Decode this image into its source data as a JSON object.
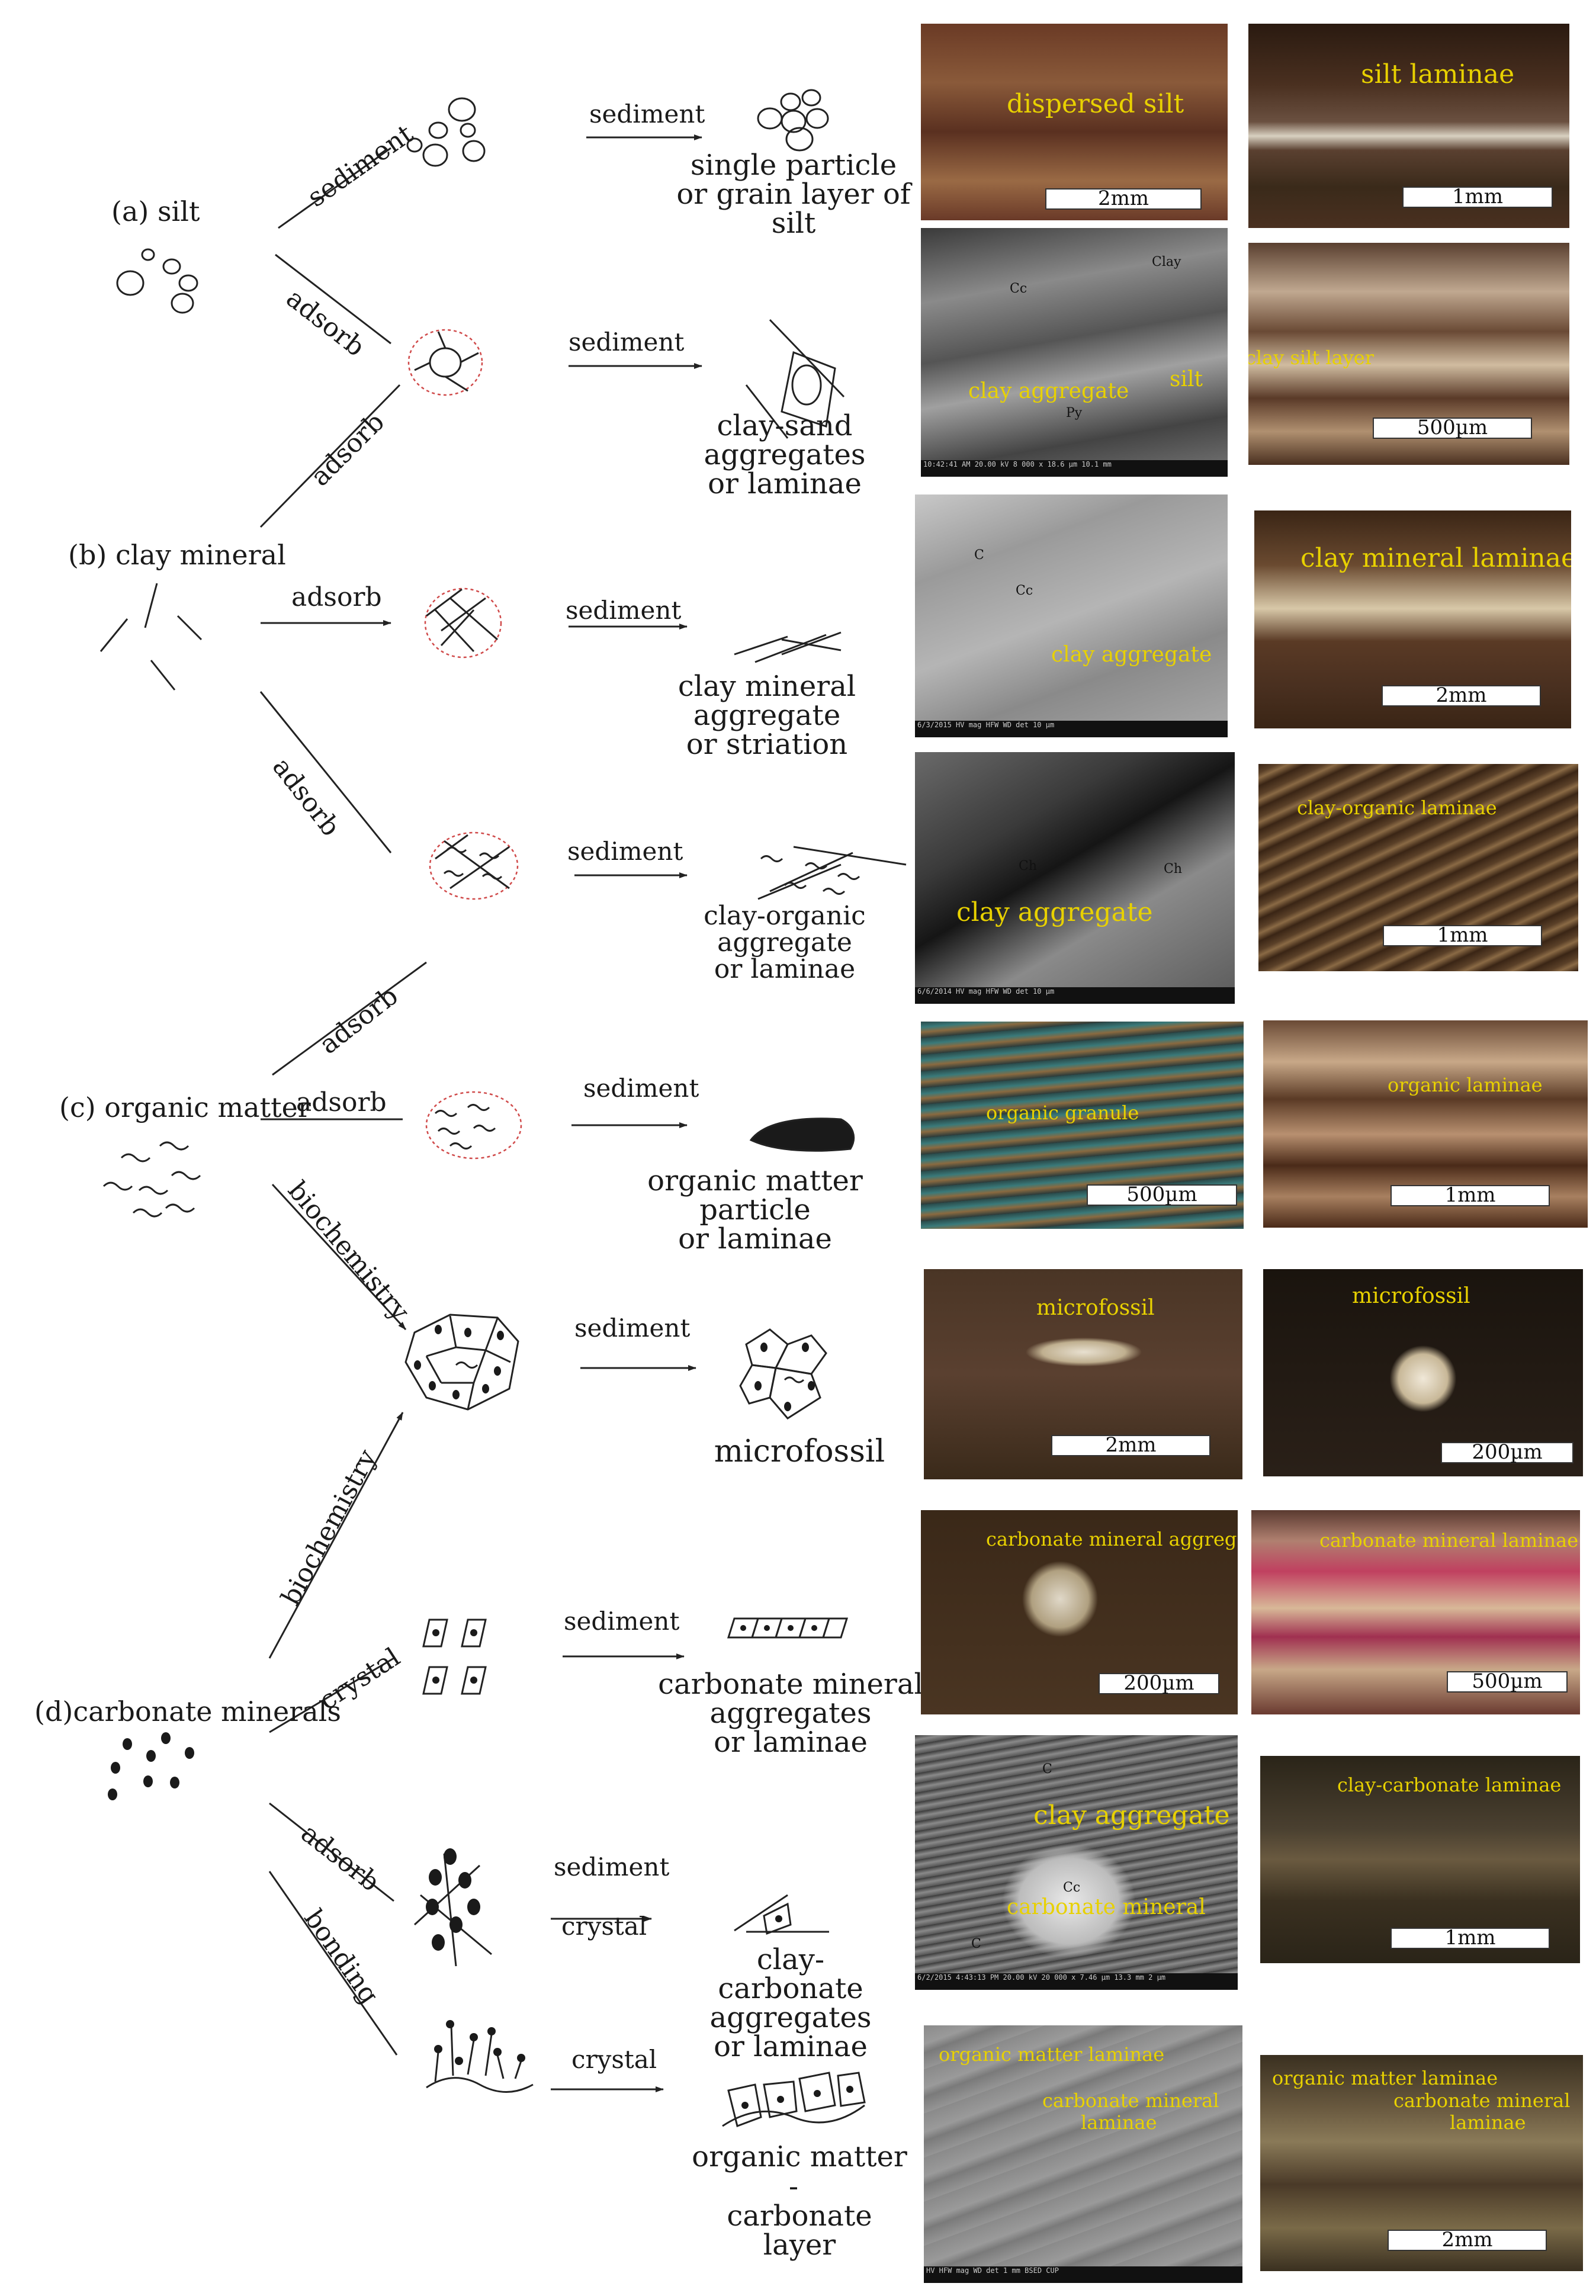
{
  "categories": {
    "a": "(a)  silt",
    "b": "(b)  clay mineral",
    "c": "(c)  organic matter",
    "d": "(d)carbonate minerals"
  },
  "processes": {
    "sediment": "sediment",
    "adsorb": "adsorb",
    "biochemistry": "biochemistry",
    "crystal": "crystal",
    "bonding": "bonding"
  },
  "results": {
    "r1": "single particle\nor grain layer of silt",
    "r2": "clay-sand aggregates\nor laminae",
    "r3": "clay mineral aggregate\nor striation",
    "r4": "clay-organic aggregate\nor laminae",
    "r5": "organic matter particle\nor laminae",
    "r6": "microfossil",
    "r7": "carbonate mineral\naggregates\nor laminae",
    "r8": "clay-carbonate\naggregates\nor laminae",
    "r9a": "organic matter",
    "r9b": "-",
    "r9c": "carbonate layer"
  },
  "photos": {
    "p1a": {
      "note": "dispersed silt",
      "scale": "2mm"
    },
    "p1b": {
      "note": "silt laminae",
      "scale": "1mm"
    },
    "p2a": {
      "note": "clay aggregate",
      "note2": "silt",
      "note3": "Cc",
      "note4": "Py",
      "note5": "Clay",
      "footer": "10:42:41 AM  20.00 kV  8 000 x  18.6 µm  10.1 mm"
    },
    "p2b": {
      "note": "clay silt layer",
      "scale": "500µm"
    },
    "p3a": {
      "note": "clay aggregate",
      "note2": "Cc",
      "note3": "C",
      "footer": "6/3/2015  HV  mag  HFW  WD  det  10 µm"
    },
    "p3b": {
      "note": "clay mineral laminae",
      "scale": "2mm"
    },
    "p4a": {
      "note": "clay aggregate",
      "note2": "Ch",
      "note3": "Ch",
      "footer": "6/6/2014  HV  mag  HFW  WD  det  10 µm"
    },
    "p4b": {
      "note": "clay-organic laminae",
      "scale": "1mm"
    },
    "p5a": {
      "note": "organic granule",
      "scale": "500µm"
    },
    "p5b": {
      "note": "organic laminae",
      "scale": "1mm"
    },
    "p6a": {
      "note": "microfossil",
      "scale": "2mm"
    },
    "p6b": {
      "note": "microfossil",
      "scale": "200µm"
    },
    "p7a": {
      "note": "carbonate mineral aggregate",
      "scale": "200µm"
    },
    "p7b": {
      "note": "carbonate mineral laminae",
      "scale": "500µm"
    },
    "p8a": {
      "note": "clay aggregate",
      "note2": "carbonate mineral",
      "note3": "Cc",
      "note4": "C",
      "note5": "C",
      "footer": "6/2/2015  4:43:13 PM  20.00 kV  20 000 x  7.46 µm  13.3 mm  2 µm"
    },
    "p8b": {
      "note": "clay-carbonate laminae",
      "scale": "1mm"
    },
    "p9a": {
      "note": "organic matter laminae",
      "note2": "carbonate mineral",
      "note3": "laminae",
      "footer": "HV  HFW  mag  WD  det  1 mm  BSED  CUP"
    },
    "p9b": {
      "note": "organic matter laminae",
      "note2": "carbonate mineral",
      "note3": "laminae",
      "scale": "2mm"
    }
  },
  "colors": {
    "ink": "#1a1a1a",
    "annotation": "#e8d100",
    "adsorb_circle": "#d04a4a"
  }
}
